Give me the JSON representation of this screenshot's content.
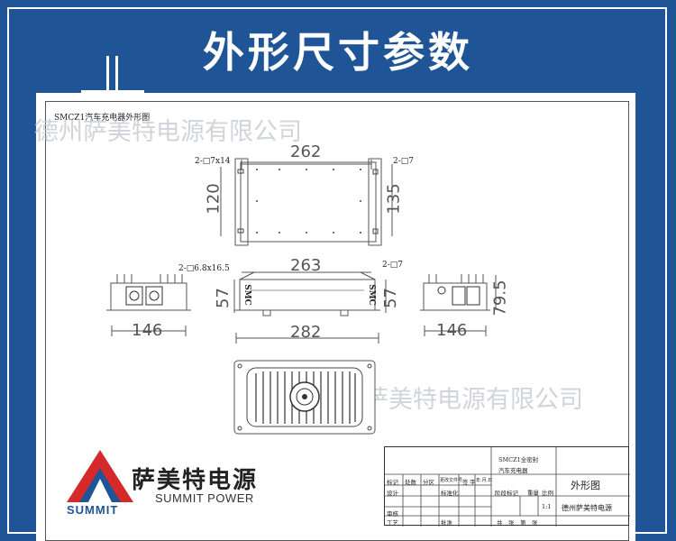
{
  "header": {
    "title": "外形尺寸参数"
  },
  "drawing": {
    "sheet_title": "SMCZ1汽车充电器外形图",
    "watermark": "德州萨美特电源有限公司",
    "top_view": {
      "width": "262",
      "height_left": "120",
      "height_right": "135",
      "note_left": "2-□7x14",
      "note_right": "2-□7"
    },
    "side_view": {
      "length_top": "263",
      "length_bottom": "282",
      "height": "57",
      "height_right": "57",
      "note_left": "2-□6.8x16.5",
      "note_right": "2-□7",
      "label": "SMC"
    },
    "end_views": {
      "left_width": "146",
      "right_width": "146",
      "right_height": "79.5"
    }
  },
  "title_block": {
    "product_line1": "SMCZ1全密封",
    "product_line2": "汽车充电器",
    "drawing_name": "外形图",
    "company": "德州萨美特电源",
    "row_labels": [
      "标记",
      "处数",
      "分区",
      "更改文件号",
      "签",
      "字",
      "年.月.日"
    ],
    "design": "设计",
    "standard": "标准化",
    "stage": "阶段标记",
    "weight": "重量",
    "scale": "比例",
    "scale_value": "1:1",
    "review": "审核",
    "process": "工艺",
    "approve": "批准",
    "sheets": "共　张　第　张"
  },
  "logo": {
    "name_cn": "萨美特电源",
    "name_en": "SUMMIT POWER",
    "brand": "SUMMIT"
  },
  "colors": {
    "background": "#1f5596",
    "frame": "#ffffff",
    "logo_red": "#d62a2a",
    "logo_blue": "#1f5596"
  }
}
